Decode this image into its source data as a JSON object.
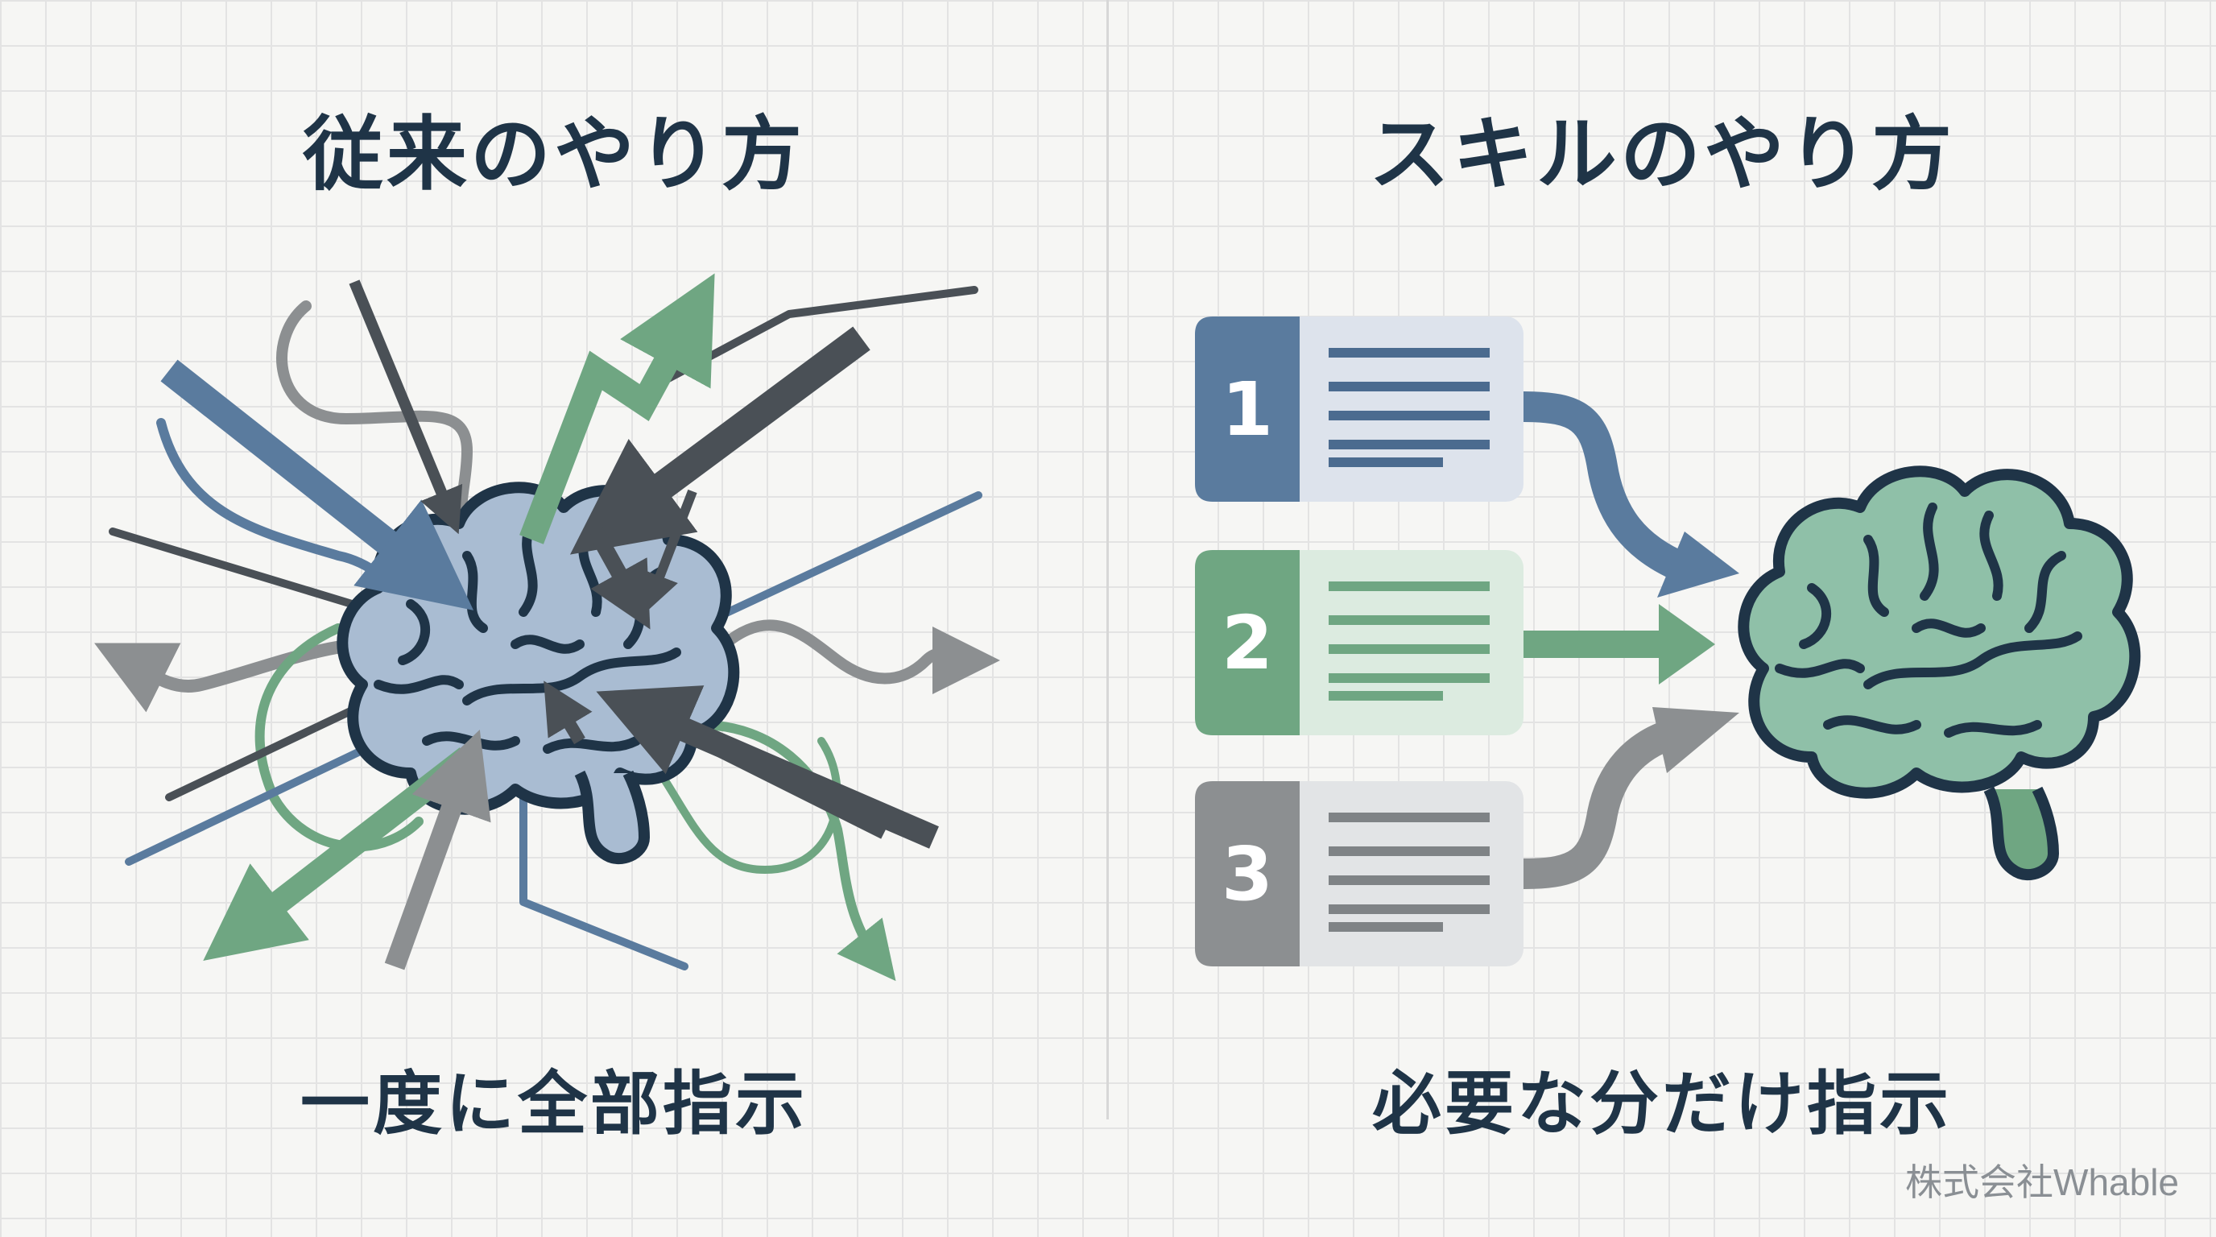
{
  "left_panel": {
    "title": "従来のやり方",
    "caption": "一度に全部指示"
  },
  "right_panel": {
    "title": "スキルのやり方",
    "caption": "必要な分だけ指示",
    "steps": [
      {
        "number": "1",
        "color": "#5a7b9e",
        "card_color": "#dde3ec",
        "line_color": "#4b6b8f"
      },
      {
        "number": "2",
        "color": "#6fa682",
        "card_color": "#dcebe0",
        "line_color": "#6fa682"
      },
      {
        "number": "3",
        "color": "#8c8f91",
        "card_color": "#e2e4e6",
        "line_color": "#7f8386"
      }
    ]
  },
  "company": "株式会社Whable",
  "colors": {
    "navy": "#1f3447",
    "blue": "#5a7b9e",
    "green": "#6fa682",
    "gray": "#8c8f91",
    "dark_gray": "#4a5056",
    "brain_left_fill": "#a9bcd2",
    "brain_right_fill": "#8fc0a8",
    "background": "#f6f6f4"
  },
  "icons": [
    "tangled-arrows-icon",
    "brain-icon",
    "document-card-icon",
    "flow-arrow-icon"
  ]
}
